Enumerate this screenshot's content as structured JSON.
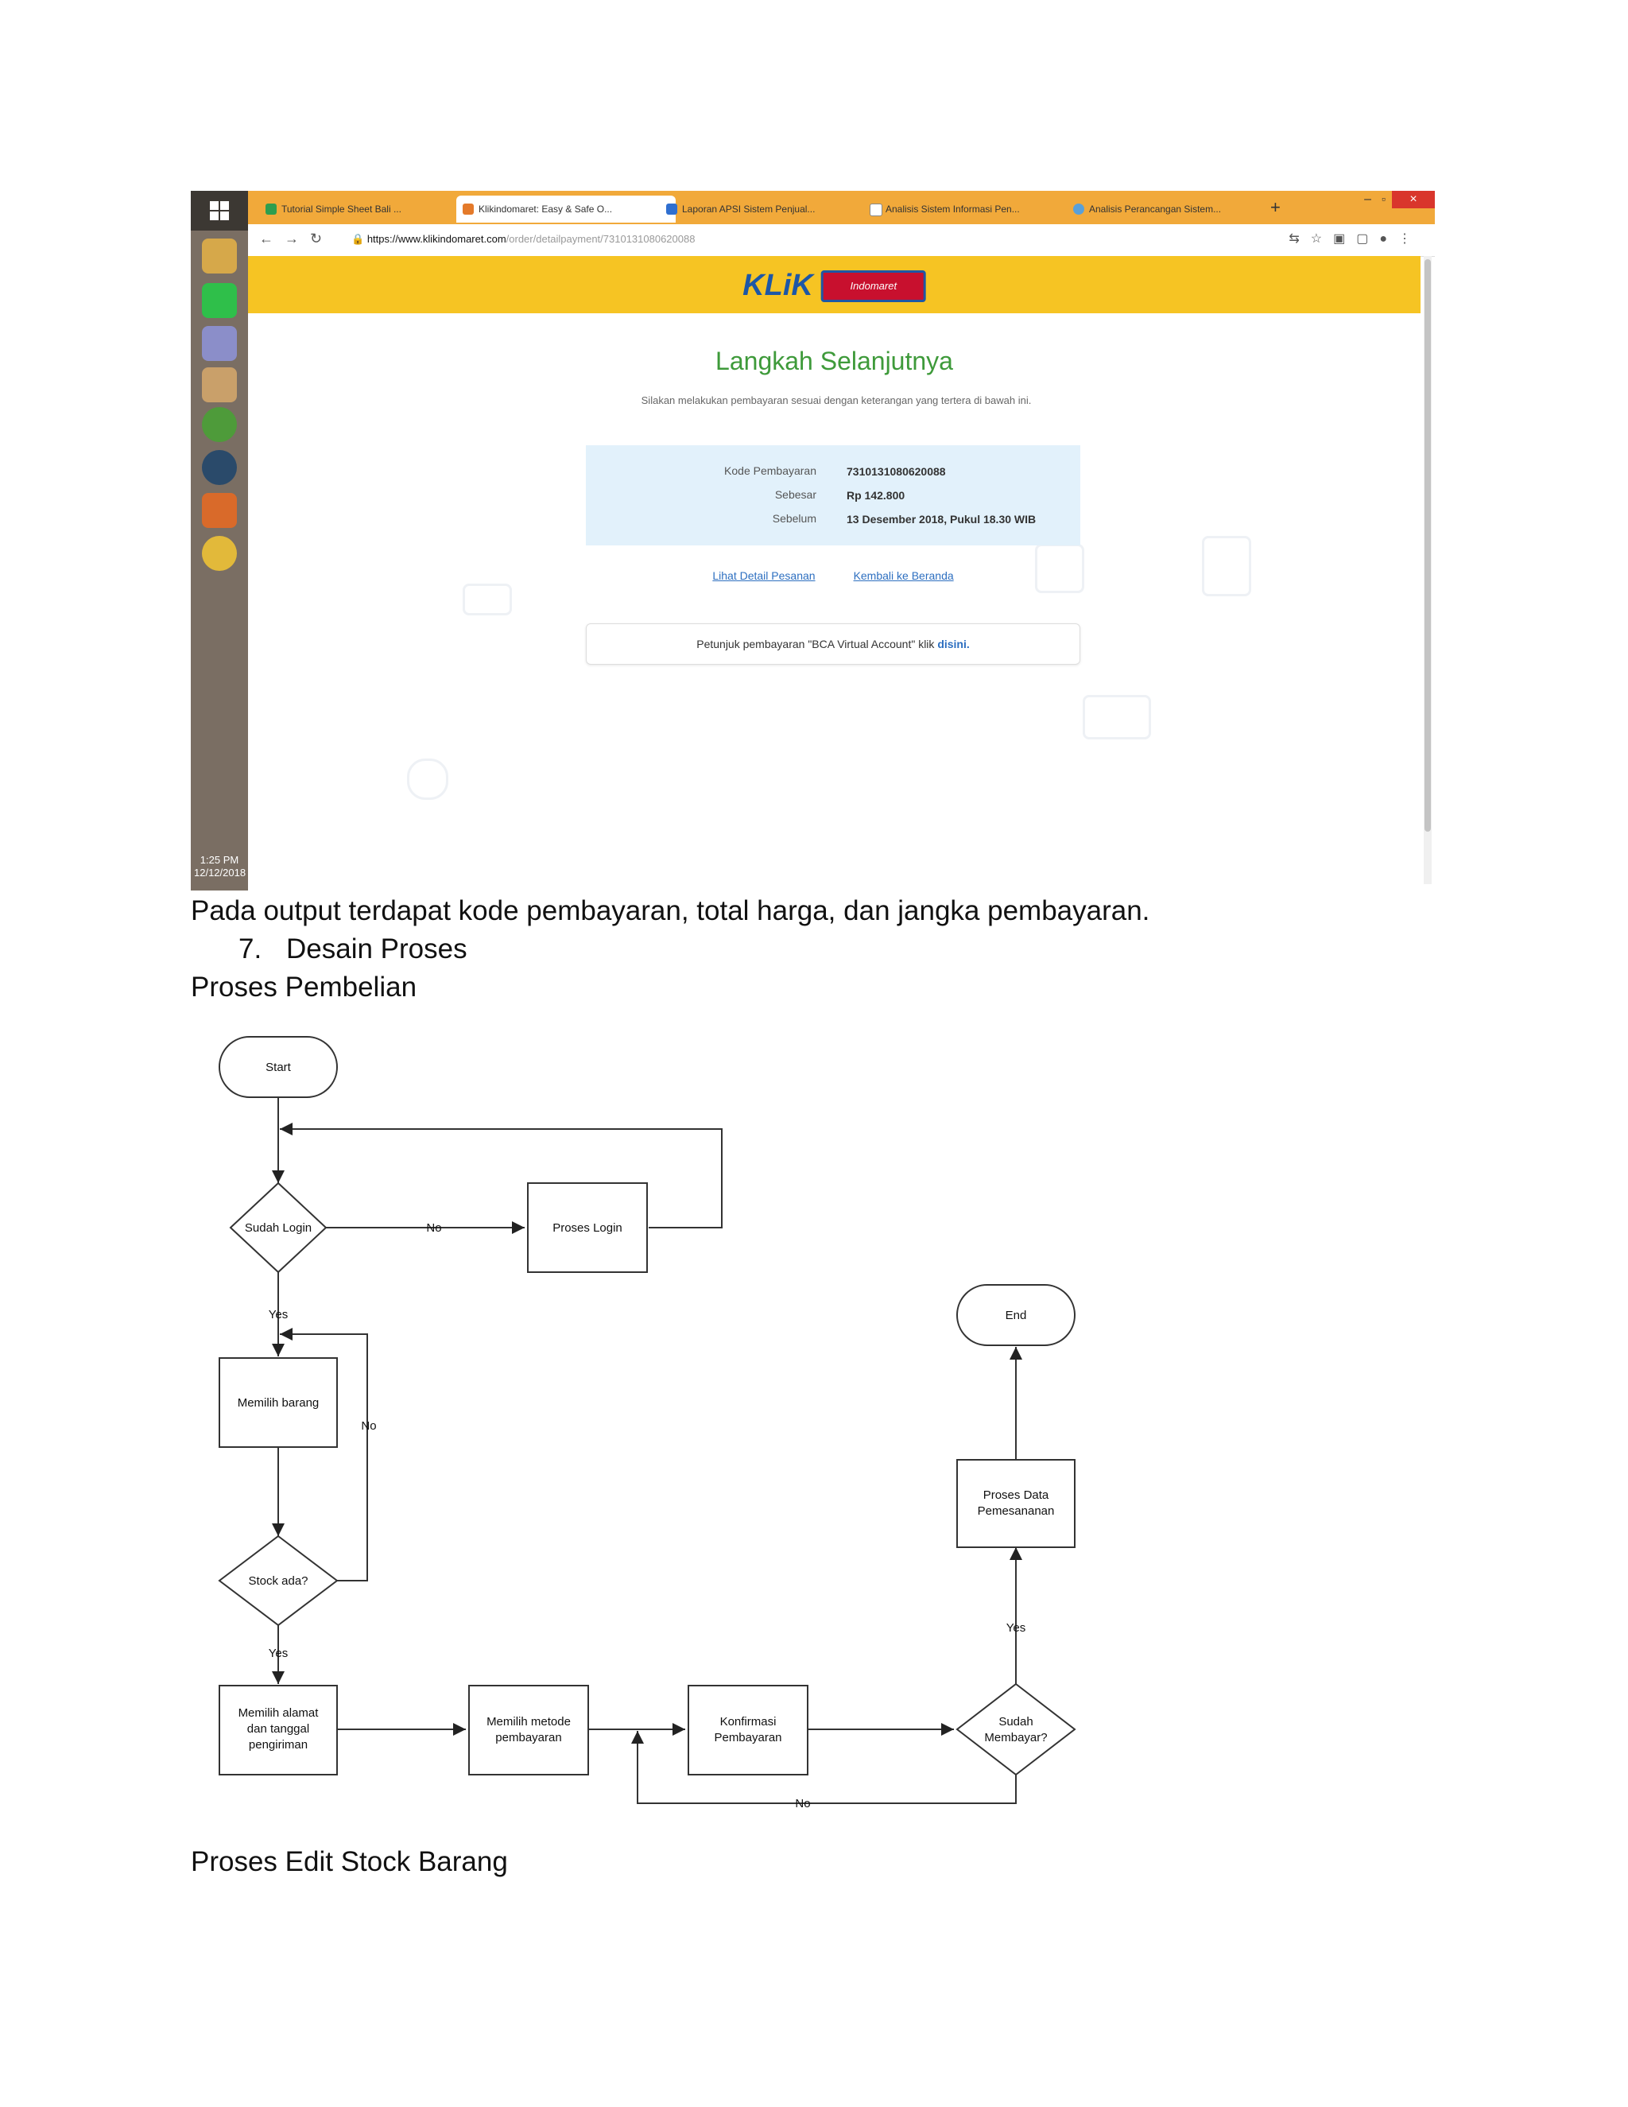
{
  "browser": {
    "tabs": [
      {
        "label": "Tutorial Simple Sheet Bali ..."
      },
      {
        "label": "Klikindomaret: Easy & Safe O..."
      },
      {
        "label": "Laporan APSI Sistem Penjual..."
      },
      {
        "label": "Analisis Sistem Informasi Pen..."
      },
      {
        "label": "Analisis Perancangan Sistem..."
      }
    ],
    "url_host": "https://www.klikindomaret.com",
    "url_path": "/order/detailpayment/7310131080620088",
    "clock_time": "1:25 PM",
    "clock_date": "12/12/2018"
  },
  "site": {
    "logo_text": "KLiK",
    "logo_badge": "Indomaret",
    "heading": "Langkah Selanjutnya",
    "instruction": "Silakan melakukan pembayaran sesuai dengan keterangan yang tertera di bawah ini.",
    "payment": [
      {
        "label": "Kode Pembayaran",
        "value": "7310131080620088"
      },
      {
        "label": "Sebesar",
        "value": "Rp 142.800"
      },
      {
        "label": "Sebelum",
        "value": "13 Desember 2018, Pukul 18.30 WIB"
      }
    ],
    "link_detail": "Lihat Detail Pesanan",
    "link_home": "Kembali ke Beranda",
    "hint_text": "Petunjuk pembayaran \"BCA Virtual Account\" klik",
    "hint_link": "disini."
  },
  "doc": {
    "caption": "Pada output terdapat kode pembayaran, total harga, dan jangka pembayaran.",
    "list_number": "7.",
    "list_item": "Desain Proses",
    "sub_heading": "Proses Pembelian",
    "footer_heading": "Proses Edit Stock Barang"
  },
  "flowchart": {
    "start": "Start",
    "sudah_login": "Sudah Login",
    "proses_login": "Proses Login",
    "memilih_barang": "Memilih barang",
    "stock_ada": "Stock ada?",
    "memilih_alamat_1": "Memilih alamat",
    "memilih_alamat_2": "dan tanggal",
    "memilih_alamat_3": "pengiriman",
    "metode_1": "Memilih metode",
    "metode_2": "pembayaran",
    "konfirmasi_1": "Konfirmasi",
    "konfirmasi_2": "Pembayaran",
    "sudah_bayar_1": "Sudah",
    "sudah_bayar_2": "Membayar?",
    "proses_data_1": "Proses Data",
    "proses_data_2": "Pemesananan",
    "end": "End",
    "label_no": "No",
    "label_yes": "Yes"
  }
}
